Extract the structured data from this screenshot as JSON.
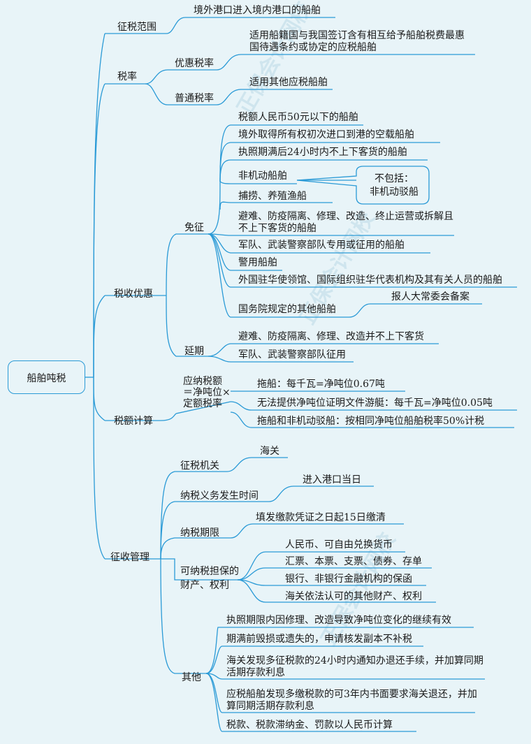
{
  "root": "船舶吨税",
  "branches": {
    "scope": {
      "label": "征税范围",
      "item": "境外港口进入境内港口的船舶"
    },
    "rate": {
      "label": "税率",
      "preferential": {
        "label": "优惠税率",
        "desc": "适用船籍国与我国签订含有相互给予船舶税费最惠国待遇条约或协定的应税船舶"
      },
      "normal": {
        "label": "普通税率",
        "desc": "适用其他应税船舶"
      }
    },
    "relief": {
      "label": "税收优惠",
      "exempt": {
        "label": "免征",
        "items": [
          "税额人民币50元以下的船舶",
          "境外取得所有权初次进口到港的空载船舶",
          "执照期满后24小时内不上下客货的船舶",
          "非机动船舶",
          "捕捞、养殖渔船",
          "避难、防疫隔离、修理、改造、终止运营或拆解且不上下客货的船舶",
          "军队、武装警察部队专用或征用的船舶",
          "警用船舶",
          "外国驻华使领馆、国际组织驻华代表机构及其有关人员的船舶",
          "国务院规定的其他船舶"
        ],
        "callout": "不包括：\n非机动驳船",
        "note": "报人大常委会备案"
      },
      "defer": {
        "label": "延期",
        "items": [
          "避难、防疫隔离、修理、改造并不上下客货",
          "军队、武装警察部队征用"
        ]
      }
    },
    "calc": {
      "label": "税额计算",
      "formula": "应纳税额\n＝净吨位×\n定额税率",
      "items": [
        "拖船：每千瓦=净吨位0.67吨",
        "无法提供净吨位证明文件游艇：每千瓦=净吨位0.05吨",
        "拖船和非机动驳船：按相同净吨位船舶税率50%计税"
      ]
    },
    "admin": {
      "label": "征收管理",
      "authority": {
        "label": "征税机关",
        "value": "海关"
      },
      "time": {
        "label": "纳税义务发生时间",
        "value": "进入港口当日"
      },
      "period": {
        "label": "纳税期限",
        "value": "填发缴款凭证之日起15日缴清"
      },
      "guarantee": {
        "label": "可纳税担保的\n财产、权利",
        "items": [
          "人民币、可自由兑换货币",
          "汇票、本票、支票、债券、存单",
          "银行、非银行金融机构的保函",
          "海关依法认可的其他财产、权利"
        ]
      },
      "other": {
        "label": "其他",
        "items": [
          "执照期限内因修理、改造导致净吨位变化的继续有效",
          "期满前毁损或遗失的，申请核发副本不补税",
          "海关发现多征税款的24小时内通知办退还手续，并加算同期活期存款利息",
          "应税船舶发现多缴税款的可3年内书面要求海关退还，并加算同期活期存款利息",
          "税款、税款滞纳金、罚款以人民币计算"
        ]
      }
    }
  },
  "watermark": "正保会计网校"
}
